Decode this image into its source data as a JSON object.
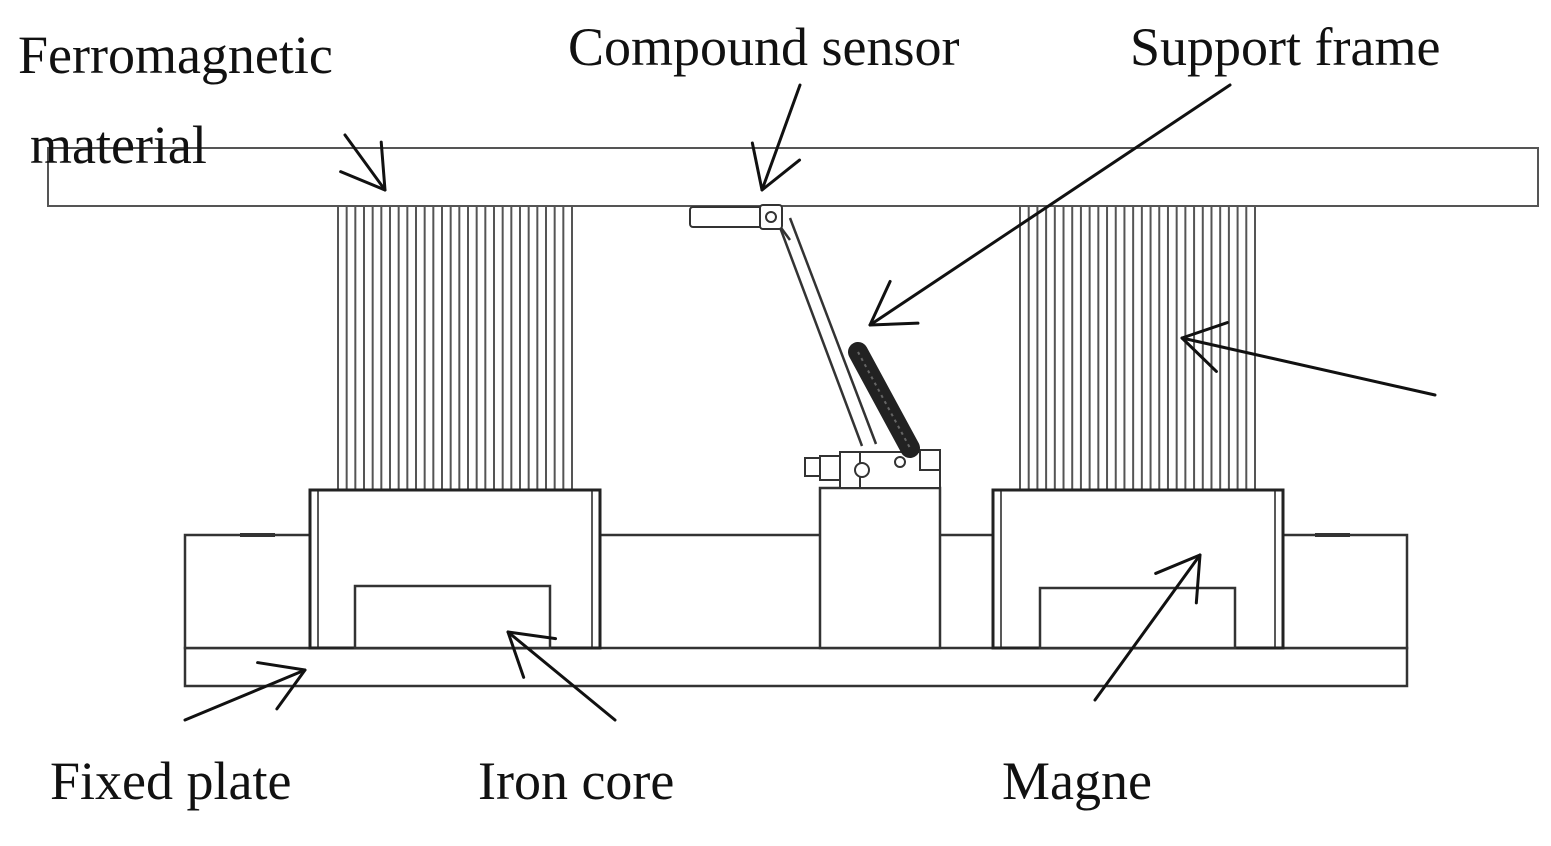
{
  "labels": {
    "ferromagnetic_line1": "Ferromagnetic",
    "ferromagnetic_line2": "material",
    "compound_sensor": "Compound sensor",
    "support_frame": "Support frame",
    "fixed_plate": "Fixed plate",
    "iron_core": "Iron core",
    "magne": "Magne"
  },
  "colors": {
    "line": "#333333",
    "coil": "#555555",
    "spring": "#222222"
  }
}
